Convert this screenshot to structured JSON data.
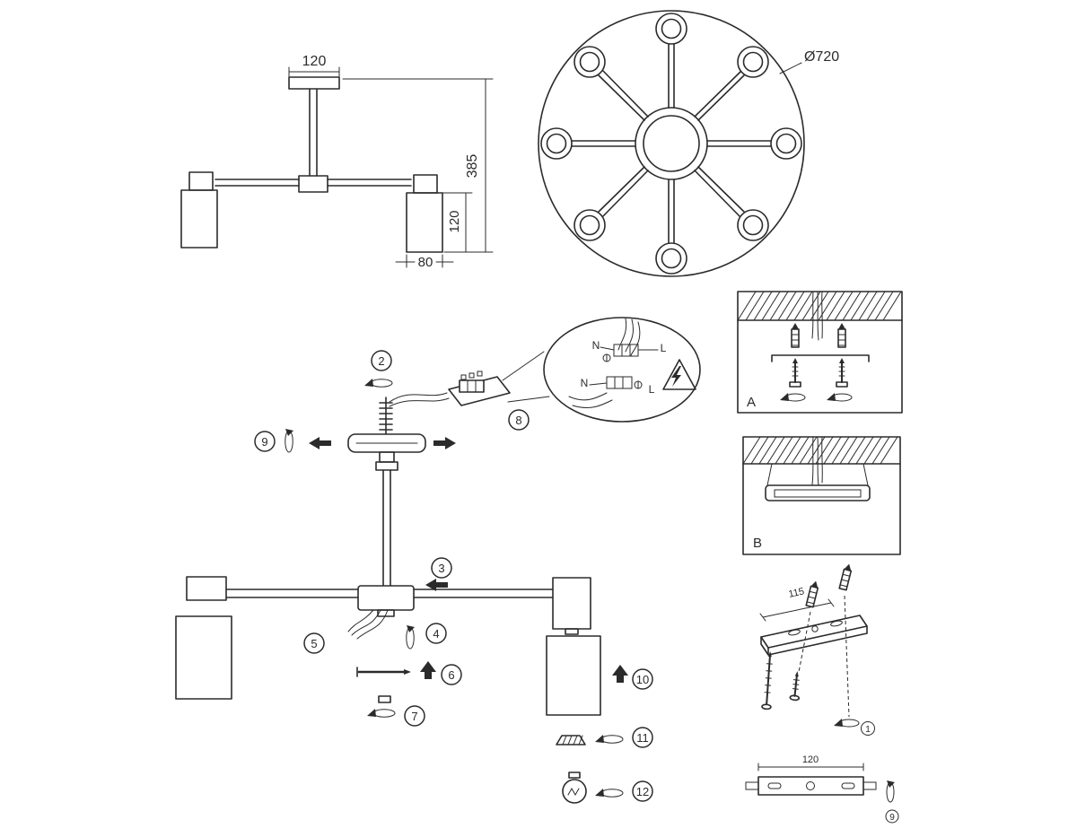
{
  "diagram": {
    "background_color": "#ffffff",
    "ink_color": "#2b2b2b"
  },
  "side_view": {
    "dim_canopy_width": "120",
    "dim_total_height": "385",
    "dim_shade_height": "120",
    "dim_shade_width": "80"
  },
  "top_view": {
    "dim_diameter": "Ø720"
  },
  "wiring_detail": {
    "upper_neutral": "N",
    "upper_live": "L",
    "lower_neutral": "N",
    "lower_live": "L"
  },
  "steps": {
    "s1": "1",
    "s2": "2",
    "s3": "3",
    "s4": "4",
    "s5": "5",
    "s6": "6",
    "s7": "7",
    "s8": "8",
    "s9": "9",
    "s10": "10",
    "s11": "11",
    "s12": "12",
    "s9_bracket": "9"
  },
  "panels": {
    "panel_a_label": "A",
    "panel_b_label": "B"
  },
  "mounting_bracket_perspective": {
    "dim_length": "115"
  },
  "mounting_bracket_front": {
    "dim_length": "120"
  },
  "icons": {
    "rotation": "ellipse-rotate-arrow",
    "direction": "solid-arrow",
    "warning": "high-voltage-triangle",
    "ground": "earth-symbol",
    "bulb": "incandescent-bulb"
  }
}
